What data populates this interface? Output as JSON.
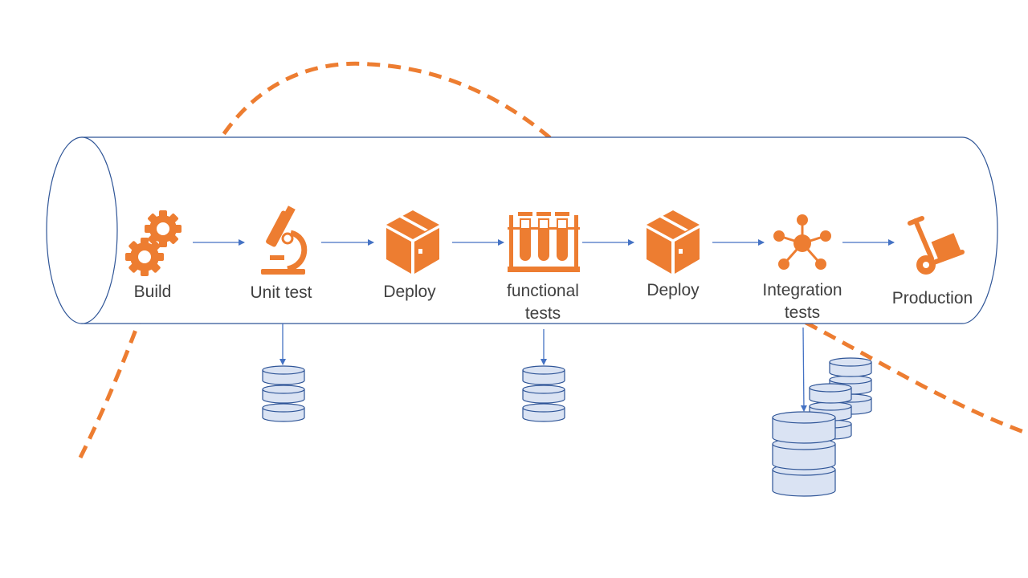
{
  "colors": {
    "accent": "#ed7d31",
    "pipe_stroke": "#2f5597",
    "arrow": "#4472c4",
    "db_fill": "#dae3f3",
    "db_stroke": "#2f5597",
    "label": "#404040"
  },
  "stages": [
    {
      "icon": "gears-icon",
      "label_lines": [
        "Build"
      ]
    },
    {
      "icon": "microscope-icon",
      "label_lines": [
        "Unit test"
      ]
    },
    {
      "icon": "package-icon",
      "label_lines": [
        "Deploy"
      ]
    },
    {
      "icon": "test-tubes-icon",
      "label_lines": [
        "functional",
        "tests"
      ]
    },
    {
      "icon": "package-icon",
      "label_lines": [
        "Deploy"
      ]
    },
    {
      "icon": "network-icon",
      "label_lines": [
        "Integration",
        "tests"
      ]
    },
    {
      "icon": "hand-truck-icon",
      "label_lines": [
        "Production"
      ]
    }
  ],
  "databases": [
    {
      "icon": "database-icon",
      "attached_to_stage": 2
    },
    {
      "icon": "database-icon",
      "attached_to_stage": 4
    },
    {
      "icon": "database-cluster-icon",
      "attached_to_stage": 6
    }
  ]
}
